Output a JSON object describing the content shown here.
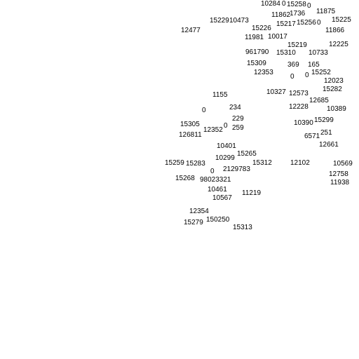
{
  "text_color": "#000000",
  "background_color": "#ffffff",
  "labels": [
    "10284",
    "0",
    "15258",
    "0",
    "11862",
    "1736",
    "11875",
    "15229",
    "10473",
    "15225",
    "15217",
    "15256",
    "0",
    "12477",
    "15226",
    "11866",
    "11981",
    "10017",
    "15219",
    "12225",
    "961790",
    "15310",
    "10733",
    "15309",
    "369",
    "165",
    "12353",
    "0",
    "0",
    "15252",
    "12023",
    "1155",
    "10327",
    "12573",
    "15282",
    "12685",
    "0",
    "234",
    "12228",
    "10389",
    "229",
    "10390",
    "15299",
    "15305",
    "0",
    "12352",
    "259",
    "126811",
    "6571",
    "251",
    "12661",
    "10401",
    "15265",
    "10299",
    "15259",
    "15283",
    "15312",
    "12102",
    "10569",
    "0",
    "2129783",
    "12758",
    "15268",
    "98023321",
    "11938",
    "10461",
    "11219",
    "10567",
    "12354",
    "150250",
    "15279",
    "15313"
  ]
}
